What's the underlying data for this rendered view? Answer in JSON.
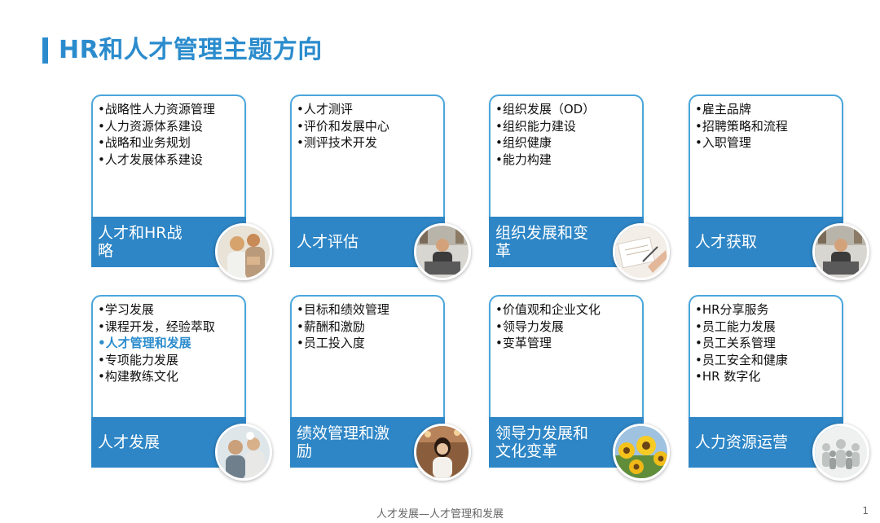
{
  "title": "HR和人才管理主题方向",
  "cards": [
    {
      "items": [
        "•战略性人力资源管理",
        "•人力资源体系建设",
        "•战略和业务规划",
        "•人才发展体系建设"
      ],
      "label": "人才和HR战略"
    },
    {
      "items": [
        "•人才测评",
        "•评价和发展中心",
        "•测评技术开发"
      ],
      "label": "人才评估"
    },
    {
      "items": [
        "•组织发展（OD）",
        "•组织能力建设",
        "•组织健康",
        "•能力构建"
      ],
      "label": "组织发展和变革"
    },
    {
      "items": [
        "•雇主品牌",
        "•招聘策略和流程",
        "•入职管理"
      ],
      "label": "人才获取"
    },
    {
      "items": [
        "•学习发展",
        "•课程开发，经验萃取",
        "•人才管理和发展",
        "•专项能力发展",
        "•构建教练文化"
      ],
      "highlight_index": 2,
      "label": "人才发展"
    },
    {
      "items": [
        "•目标和绩效管理",
        "•薪酬和激励",
        "•员工投入度"
      ],
      "label": "绩效管理和激励"
    },
    {
      "items": [
        "•价值观和企业文化",
        "•领导力发展",
        "•变革管理"
      ],
      "label": "领导力发展和文化变革"
    },
    {
      "items": [
        "•HR分享服务",
        "•员工能力发展",
        "•员工关系管理",
        "•员工安全和健康",
        "•HR 数字化"
      ],
      "label": "人力资源运营"
    }
  ],
  "footer": "人才发展—人才管理和发展",
  "page_number": "1",
  "colors": {
    "accent": "#2b8ccd",
    "band": "#2e86c6",
    "border": "#4aa6dc"
  }
}
